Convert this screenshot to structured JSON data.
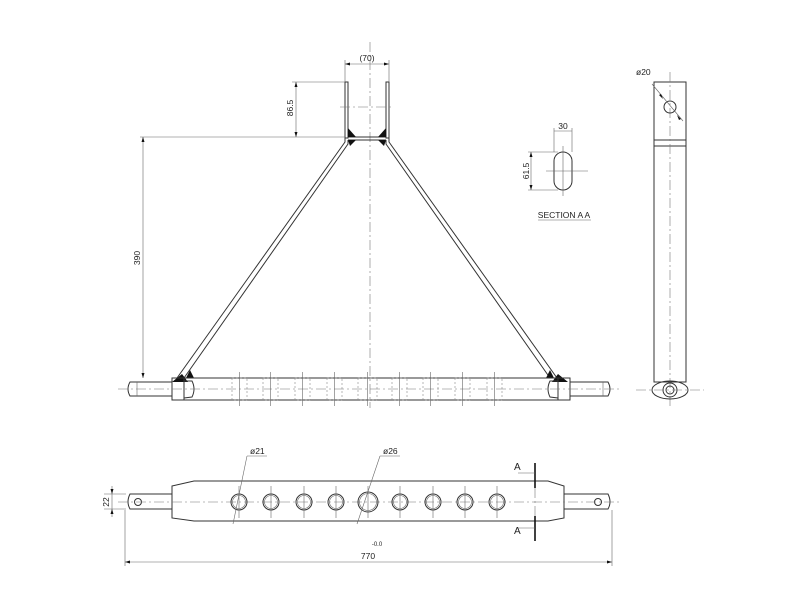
{
  "front_view": {
    "dim_clevis_width": "(70)",
    "dim_clevis_height": "86.5",
    "dim_height": "390"
  },
  "section": {
    "dim_width": "30",
    "dim_height": "61.5",
    "title": "SECTION A A"
  },
  "side_view": {
    "dim_hole": "ø20"
  },
  "bottom_view": {
    "dim_small_hole": "ø21",
    "dim_large_hole": "ø26",
    "dim_pin": "22",
    "section_mark_top": "A",
    "section_mark_bottom": "A",
    "tolerance": "-0.0",
    "dim_length": "770"
  }
}
